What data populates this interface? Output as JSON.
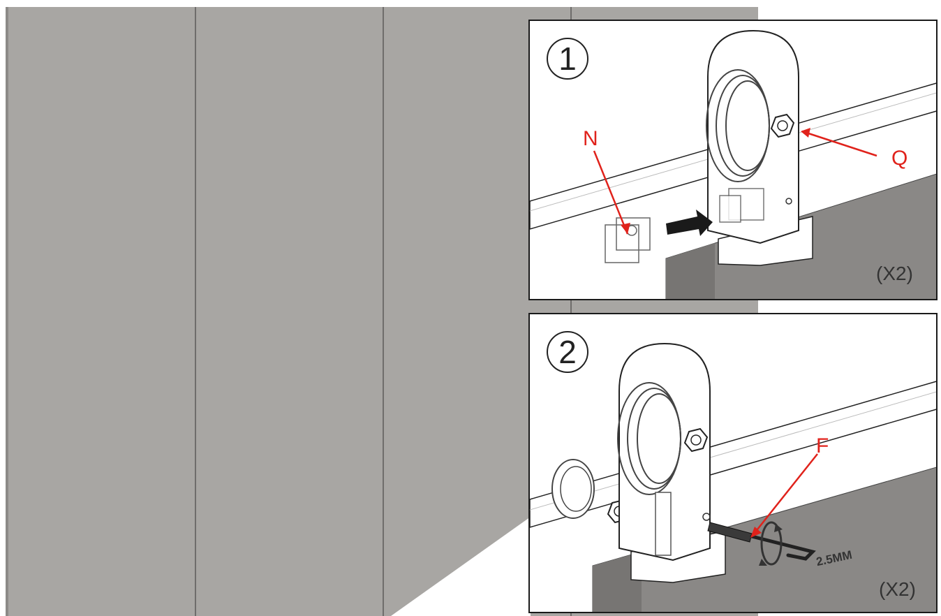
{
  "colors": {
    "wall": "#a8a6a3",
    "door": "#8a8886",
    "callout": "#e0221b",
    "line": "#222222"
  },
  "steps": [
    {
      "number": "1",
      "labels": [
        "N",
        "Q"
      ],
      "quantity": "(X2)"
    },
    {
      "number": "2",
      "labels": [
        "F"
      ],
      "quantity": "(X2)",
      "tool_size": "2.5MM"
    }
  ]
}
